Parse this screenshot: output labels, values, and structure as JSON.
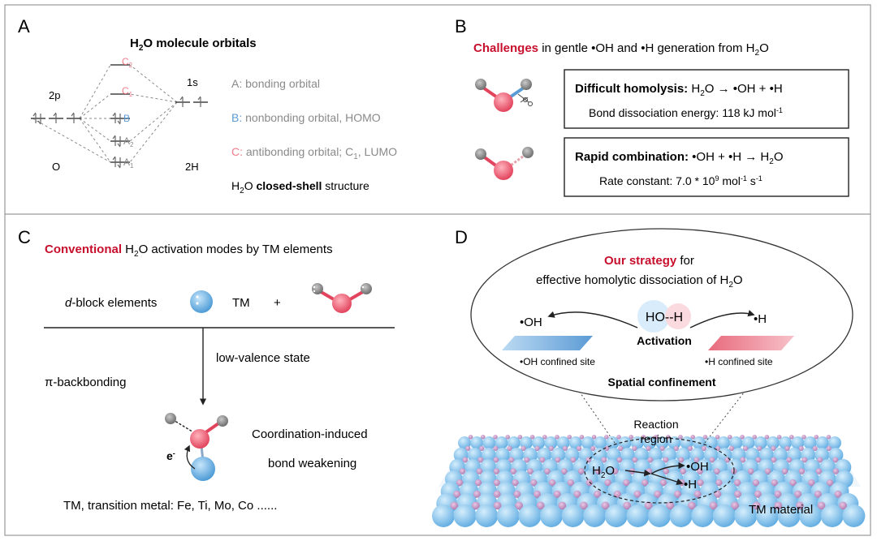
{
  "colors": {
    "red": "#c8102e",
    "blue": "#5b9bd5",
    "pink": "#f07b8a",
    "gray": "#8a8a8a",
    "water_o": "#ee5d72",
    "water_h": "#8c8c8c",
    "tm_ball": "#7cb9e4"
  },
  "panelA": {
    "letter": "A",
    "title_pre": "H",
    "title_sub": "2",
    "title_post": "O molecule orbitals",
    "label_2p": "2p",
    "label_1s": "1s",
    "label_O": "O",
    "label_2H": "2H",
    "orb_C2": "C",
    "orb_C2_sub": "2",
    "orb_C1": "C",
    "orb_C1_sub": "1",
    "orb_B": "B",
    "orb_A2": "A",
    "orb_A2_sub": "2",
    "orb_A1": "A",
    "orb_A1_sub": "1",
    "legend_A": "A: bonding orbital",
    "legend_B_key": "B:",
    "legend_B": " nonbonding orbital, HOMO",
    "legend_C_key": "C:",
    "legend_C_1": " antibonding orbital; C",
    "legend_C_sub": "1",
    "legend_C_2": ", LUMO",
    "closed_pre": "H",
    "closed_sub": "2",
    "closed_mid": "O ",
    "closed_bold": "closed-shell",
    "closed_post": " structure"
  },
  "panelB": {
    "letter": "B",
    "title_red": "Challenges",
    "title_rest": " in gentle •OH and •H generation from H",
    "title_sub": "2",
    "title_end": "O",
    "box1_bold": "Difficult homolysis:",
    "box1_eq_pre": "  H",
    "box1_eq_sub": "2",
    "box1_eq_post": "O → •OH + •H",
    "box1_line2_pre": "Bond dissociation energy: 118 kJ mol",
    "box1_line2_sup": "-1",
    "box2_bold": "Rapid combination:",
    "box2_eq_pre": "  •OH + •H → H",
    "box2_eq_sub": "2",
    "box2_eq_post": "O",
    "box2_line2_pre": "Rate constant: 7.0 * 10",
    "box2_sup1": "9",
    "box2_mid1": " mol",
    "box2_sup2": "-1",
    "box2_mid2": " s",
    "box2_sup3": "-1"
  },
  "panelC": {
    "letter": "C",
    "title_red": "Conventional",
    "title_pre": " H",
    "title_sub": "2",
    "title_post": "O activation modes by TM elements",
    "dblock_italic": "d",
    "dblock_rest": "-block elements",
    "tm": "TM",
    "plus": "+",
    "low_valence": "low-valence state",
    "pi_back": "π-backbonding",
    "electron": "e",
    "electron_sup": "-",
    "coord1": "Coordination-induced",
    "coord2": "bond weakening",
    "footer": "TM, transition metal: Fe, Ti, Mo, Co ......"
  },
  "panelD": {
    "letter": "D",
    "strategy_red": "Our strategy",
    "strategy_rest": " for",
    "effective_pre": "effective homolytic dissociation of H",
    "effective_sub": "2",
    "effective_post": "O",
    "oh_label": "•OH",
    "h_label": "•H",
    "hoh": "HO--H",
    "activation": "Activation",
    "oh_site": "•OH confined site",
    "h_site": "•H confined site",
    "spatial": "Spatial confinement",
    "reaction1": "Reaction",
    "reaction2": "region",
    "h2o_pre": "H",
    "h2o_sub": "2",
    "h2o_post": "O",
    "prod_oh": "•OH",
    "prod_h": "•H",
    "tm_material": "TM material"
  }
}
